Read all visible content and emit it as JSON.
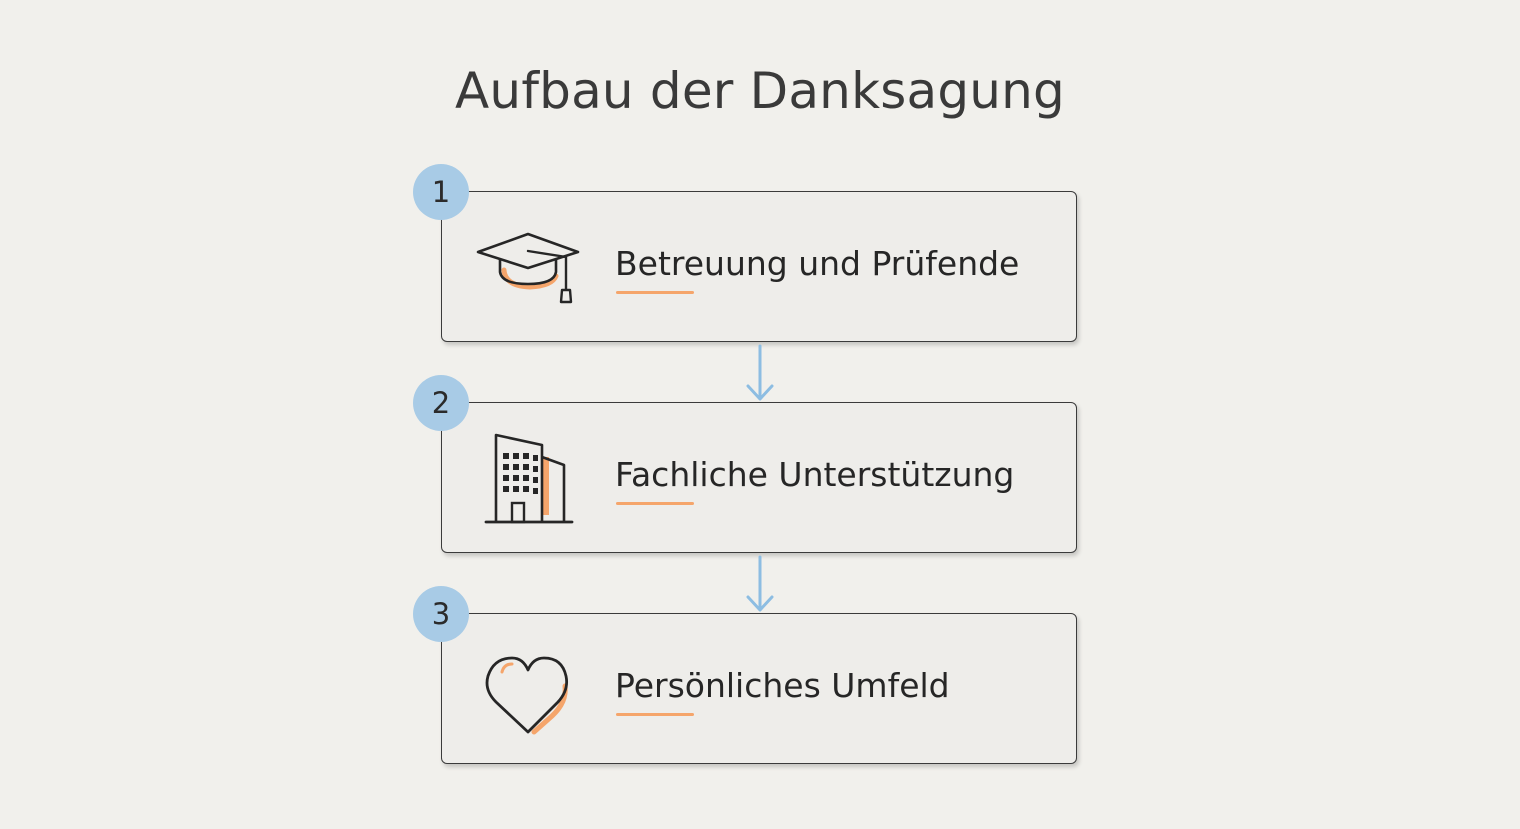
{
  "title": "Aufbau der Danksagung",
  "colors": {
    "background": "#f1f0ec",
    "badge": "#a8cbe6",
    "accent": "#f5a56b",
    "arrow": "#8dbde2",
    "outline": "#3b3b3b"
  },
  "steps": [
    {
      "number": "1",
      "label": "Betreuung und Prüfende",
      "icon": "graduation-cap-icon"
    },
    {
      "number": "2",
      "label": "Fachliche Unterstützung",
      "icon": "building-icon"
    },
    {
      "number": "3",
      "label": "Persönliches Umfeld",
      "icon": "heart-icon"
    }
  ]
}
